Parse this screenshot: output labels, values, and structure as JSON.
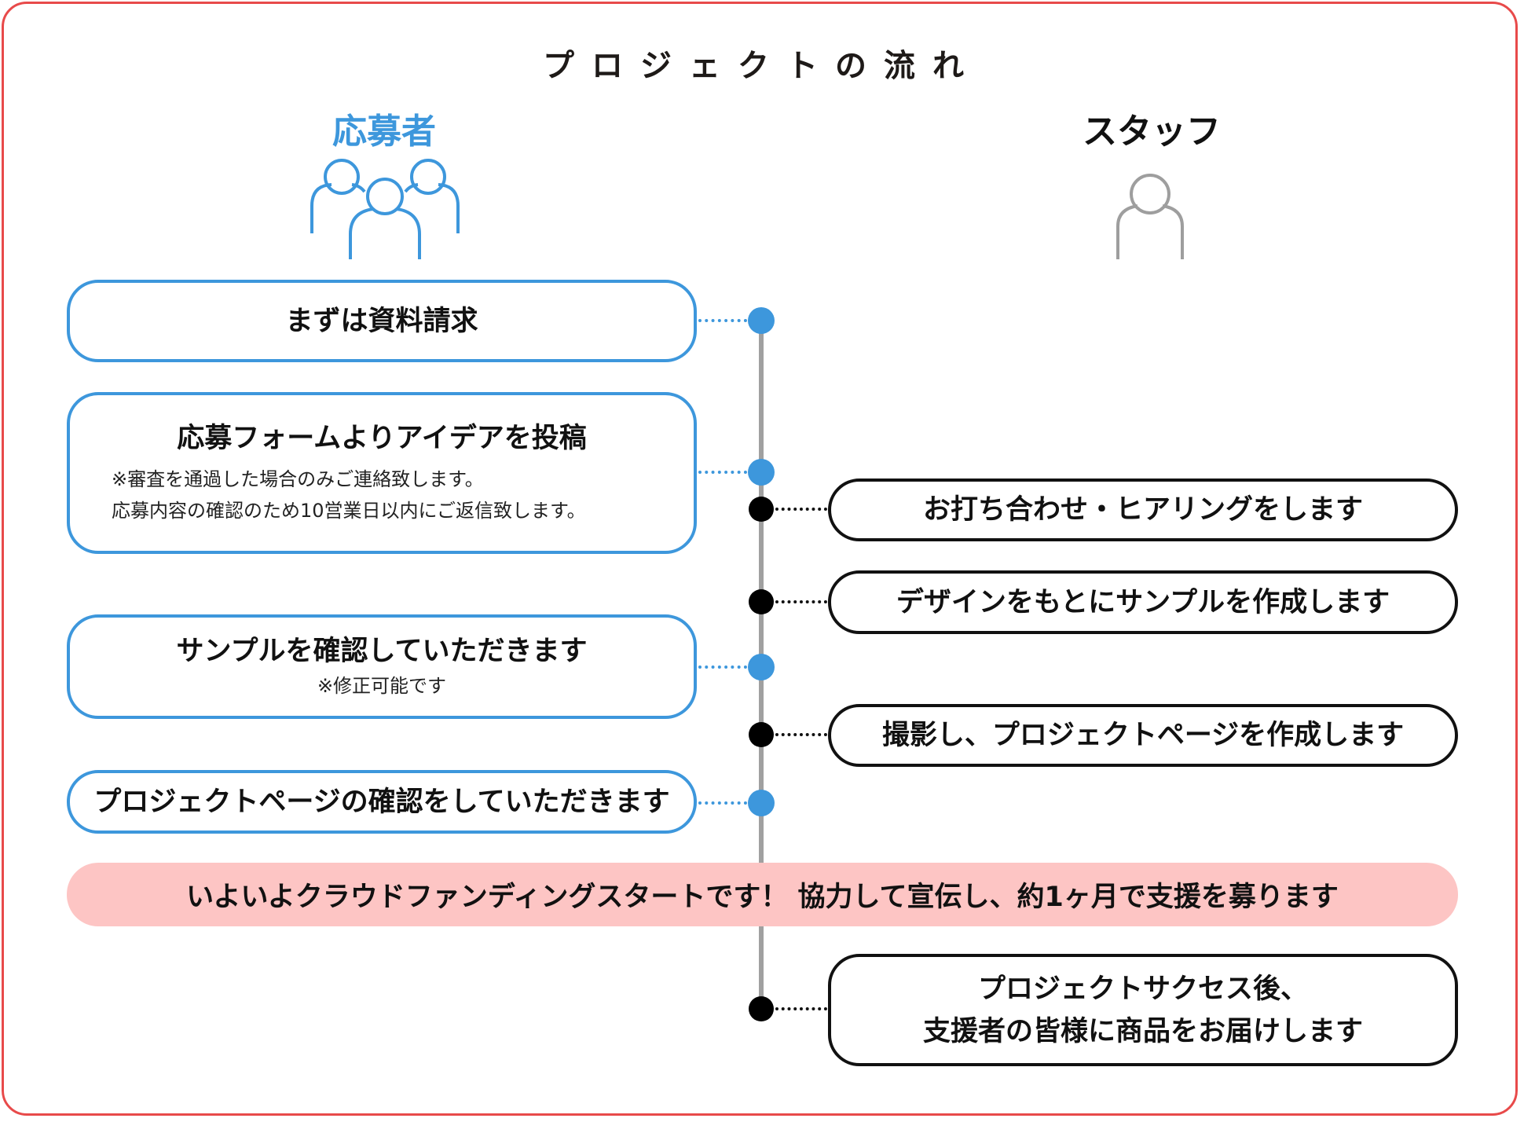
{
  "title": "プロジェクトの流れ",
  "columns": {
    "applicant": {
      "label": "応募者",
      "icon": "group-people-icon"
    },
    "staff": {
      "label": "スタッフ",
      "icon": "person-icon"
    }
  },
  "colors": {
    "frame": "#e84a4a",
    "applicant_accent": "#3d97dc",
    "staff_icon": "#9e9e9e",
    "timeline": "#a0a0a0",
    "highlight_band": "#fdc5c4"
  },
  "applicant_steps": [
    {
      "label": "まずは資料請求",
      "notes": []
    },
    {
      "label": "応募フォームよりアイデアを投稿",
      "notes": [
        "※審査を通過した場合のみご連絡致します。",
        "応募内容の確認のため10営業日以内にご返信致します。"
      ]
    },
    {
      "label": "サンプルを確認していただきます",
      "notes": [
        "※修正可能です"
      ]
    },
    {
      "label": "プロジェクトページの確認をしていただきます",
      "notes": []
    }
  ],
  "staff_steps": [
    {
      "lines": [
        "お打ち合わせ・ヒアリングをします"
      ]
    },
    {
      "lines": [
        "デザインをもとにサンプルを作成します"
      ]
    },
    {
      "lines": [
        "撮影し、プロジェクトページを作成します"
      ]
    },
    {
      "lines": [
        "プロジェクトサクセス後、",
        "支援者の皆様に商品をお届けします"
      ]
    }
  ],
  "highlight": "いよいよクラウドファンディングスタートです！ 協力して宣伝し、約1ヶ月で支援を募ります"
}
